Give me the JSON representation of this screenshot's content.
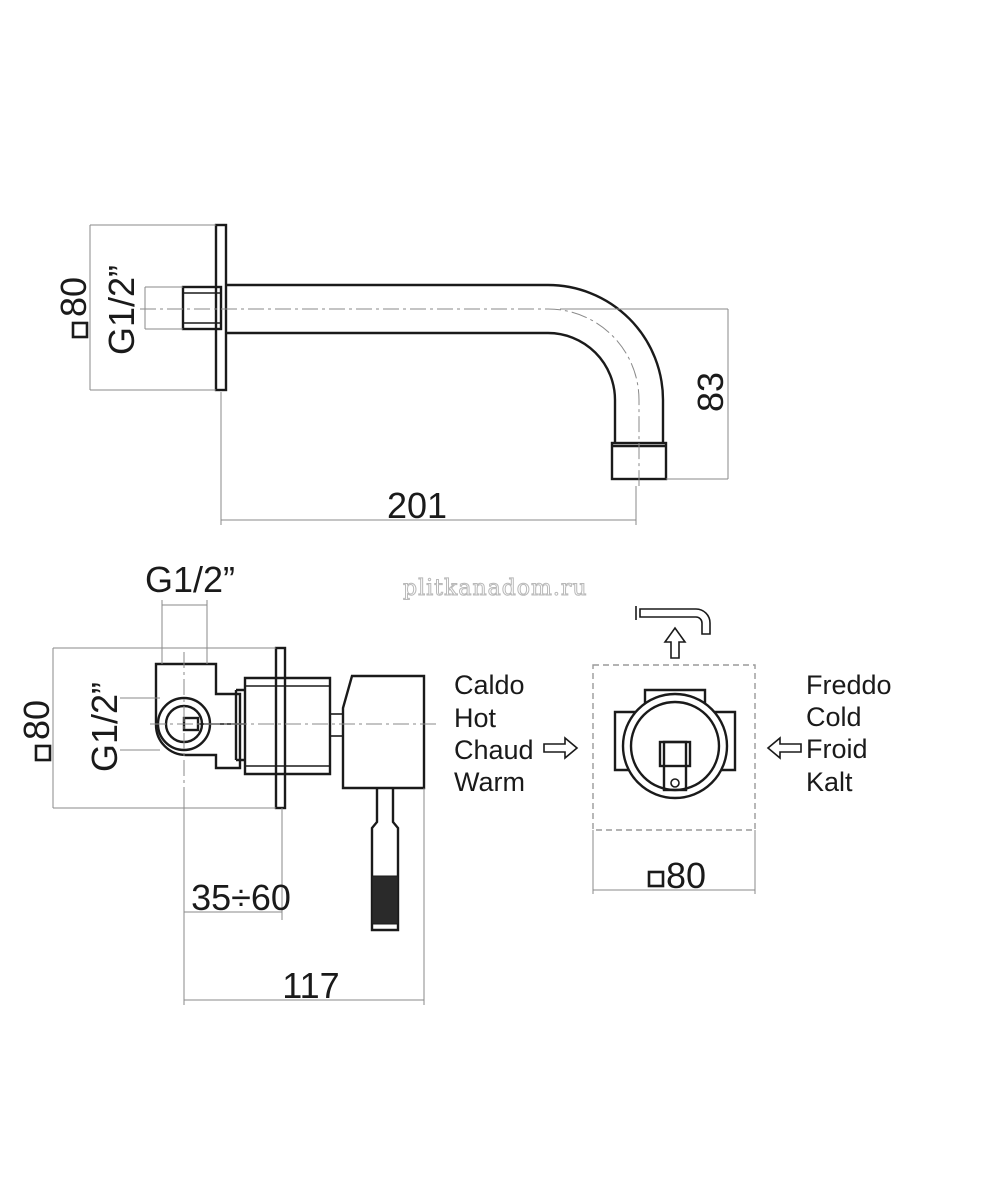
{
  "top_view": {
    "sq_dim": "80",
    "thread": "G1/2”",
    "height": "83",
    "length": "201"
  },
  "bottom_left": {
    "thread_top": "G1/2”",
    "sq_dim": "80",
    "thread_side": "G1/2”",
    "wall_range": "35÷60",
    "length": "117"
  },
  "hot_labels": [
    "Caldo",
    "Hot",
    "Chaud",
    "Warm"
  ],
  "cold_labels": [
    "Freddo",
    "Cold",
    "Froid",
    "Kalt"
  ],
  "front_view": {
    "sq_dim": "80"
  },
  "watermark": "plitkanadom.ru"
}
